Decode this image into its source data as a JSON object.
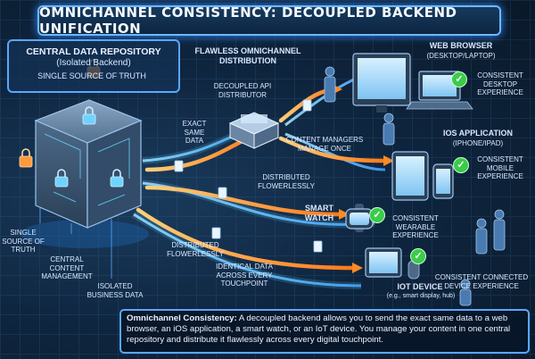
{
  "title": "Omnichannel Consistency: Decoupled Backend Unification",
  "repository": {
    "title": "Central Data Repository",
    "subtitle": "(Isolated Backend)",
    "tagline": "Single Source of Truth"
  },
  "left_labels": {
    "sst": "Single Source of Truth",
    "ccm": "Central Content Management",
    "ibd": "Isolated Business Data"
  },
  "center": {
    "header": "Flawless Omnichannel Distribution",
    "distributor": "Decoupled API Distributor",
    "exact": "Exact Same Data",
    "managers": "Content Managers Manage Once",
    "dist1": "Distributed Flowerlessly",
    "dist2": "Distributed Flowerlessly",
    "identical": "Identical Data Across Every Touchpoint"
  },
  "devices": {
    "web": {
      "name": "Web Browser",
      "sub": "(Desktop/Laptop)",
      "status": "Consistent Desktop Experience"
    },
    "ios": {
      "name": "iOS Application",
      "sub": "(iPhone/iPad)",
      "status": "Consistent Mobile Experience"
    },
    "watch": {
      "name": "Smart Watch",
      "status": "Consistent Wearable Experience"
    },
    "iot": {
      "name": "IoT Device",
      "sub": "(e.g., smart display, hub)",
      "status": "Consistent Connected Device Experience"
    }
  },
  "caption": {
    "lead": "Omnichannel Consistency:",
    "body": "A decoupled backend allows you to send the exact same data to a web browser, an iOS application, a smart watch, or an IoT device. You manage your content in one central repository and distribute it flawlessly across every digital touchpoint."
  },
  "colors": {
    "accent": "#5aa8ff",
    "flow": "#ff9a3c",
    "check": "#3ccb4a"
  }
}
